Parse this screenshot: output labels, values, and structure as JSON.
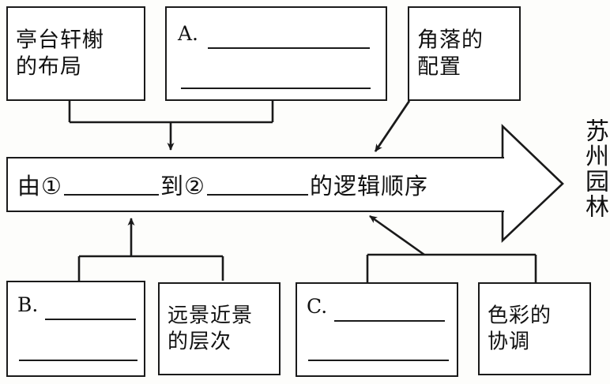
{
  "diagram": {
    "title_vertical": "苏州园林",
    "center_banner": {
      "prefix": "由①",
      "middle": "到②",
      "suffix": "的逻辑顺序",
      "blank_1": "",
      "blank_2": ""
    },
    "top_boxes": [
      {
        "id": "top-left",
        "text": "亭台轩榭\n的布局",
        "kind": "text"
      },
      {
        "id": "top-a",
        "label": "A.",
        "kind": "blank",
        "rules": 2
      },
      {
        "id": "top-right",
        "text": "角落的\n配置",
        "kind": "text"
      }
    ],
    "bottom_boxes": [
      {
        "id": "bottom-b",
        "label": "B.",
        "kind": "blank",
        "rules": 2
      },
      {
        "id": "bottom-near-far",
        "text": "远景近景\n的层次",
        "kind": "text"
      },
      {
        "id": "bottom-c",
        "label": "C.",
        "kind": "blank",
        "rules": 2
      },
      {
        "id": "bottom-color",
        "text": "色彩的\n协调",
        "kind": "text"
      }
    ],
    "connectors": [
      {
        "name": "top-left-bracket-to-banner",
        "type": "bracket-arrow-down"
      },
      {
        "name": "corner-config-diagonal-to-banner",
        "type": "diagonal-arrow-down-left"
      },
      {
        "name": "bottom-left-bracket-to-banner",
        "type": "bracket-arrow-up"
      },
      {
        "name": "bottom-right-diagonal-to-banner",
        "type": "diagonal-arrow-up-left"
      }
    ],
    "colors": {
      "stroke": "#1a1a1a",
      "paper": "#fdfdfb",
      "box_fill": "#ffffff"
    }
  }
}
